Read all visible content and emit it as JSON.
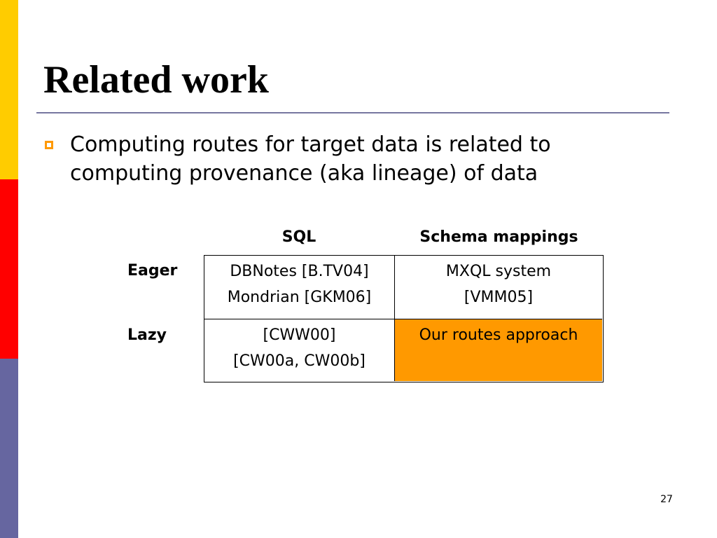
{
  "slide": {
    "title": "Related work",
    "bullet": "Computing routes for target data is related to computing provenance (aka lineage) of data",
    "page_number": "27"
  },
  "table": {
    "col_headers": [
      "SQL",
      "Schema mappings"
    ],
    "rows": [
      {
        "label": "Eager",
        "cells": [
          [
            "DBNotes [B.TV04]",
            "Mondrian [GKM06]"
          ],
          [
            "MXQL system",
            "[VMM05]"
          ]
        ]
      },
      {
        "label": "Lazy",
        "cells": [
          [
            "[CWW00]",
            "[CW00a, CW00b]"
          ],
          [
            "Our routes approach"
          ]
        ]
      }
    ],
    "highlight_color": "#FF9900"
  },
  "colors": {
    "sidebar": [
      "#FFCC00",
      "#FF0000",
      "#6666A0"
    ],
    "bullet": "#FF9900",
    "rule": "#7777A0"
  }
}
